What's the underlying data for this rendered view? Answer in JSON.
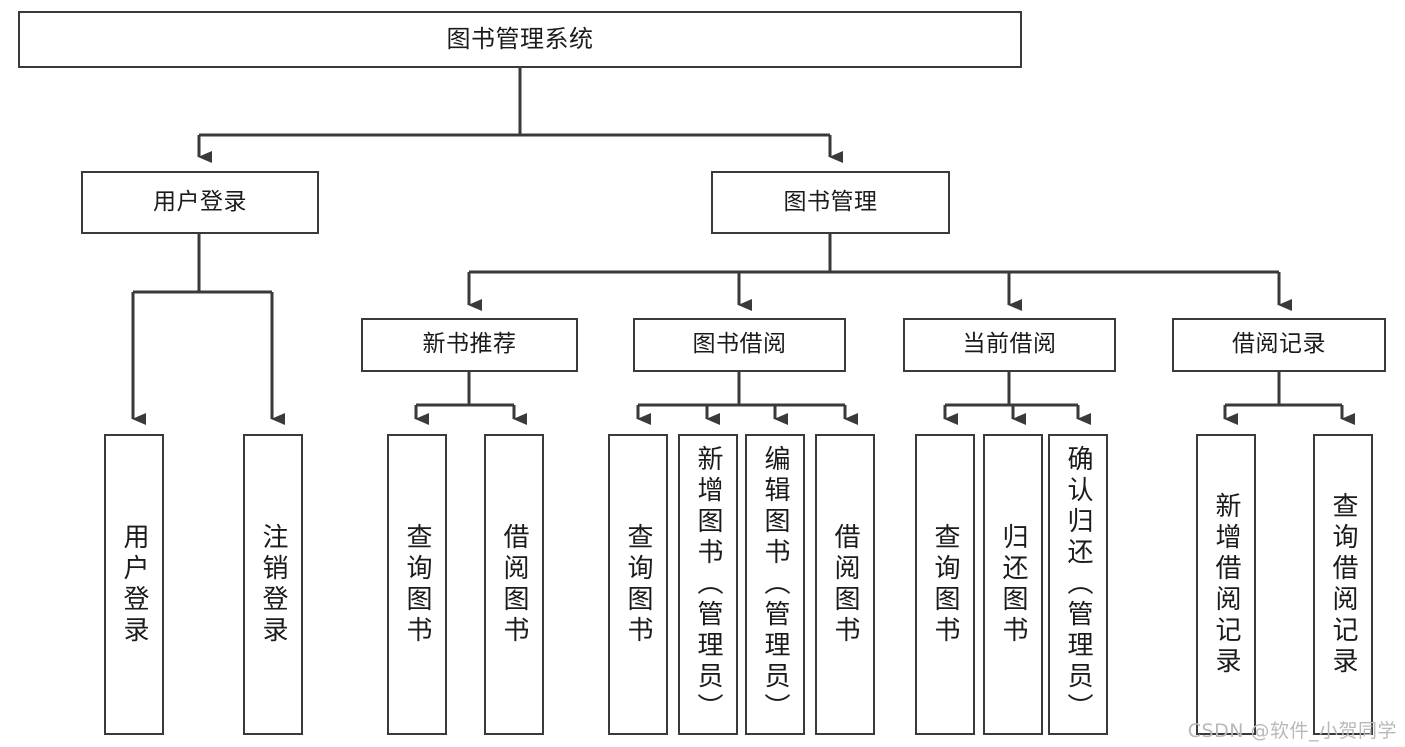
{
  "diagram": {
    "type": "tree-hierarchy",
    "title": "图书管理系统",
    "stroke_color": "#3a3a3a",
    "fill_color": "#ffffff",
    "text_color": "#1b1b1b",
    "root": {
      "label": "图书管理系统"
    },
    "level2": [
      {
        "label": "用户登录"
      },
      {
        "label": "图书管理"
      }
    ],
    "level3": [
      {
        "label": "新书推荐"
      },
      {
        "label": "图书借阅"
      },
      {
        "label": "当前借阅"
      },
      {
        "label": "借阅记录"
      }
    ],
    "leaves": {
      "user_login": [
        {
          "label": "用户登录"
        },
        {
          "label": "注销登录"
        }
      ],
      "new_book_recommend": [
        {
          "label": "查询图书"
        },
        {
          "label": "借阅图书"
        }
      ],
      "book_borrow": [
        {
          "label": "查询图书"
        },
        {
          "label": "新增图书（管理员）"
        },
        {
          "label": "编辑图书（管理员）"
        },
        {
          "label": "借阅图书"
        }
      ],
      "current_borrow": [
        {
          "label": "查询图书"
        },
        {
          "label": "归还图书"
        },
        {
          "label": "确认归还（管理员）"
        }
      ],
      "borrow_record": [
        {
          "label": "新增借阅记录"
        },
        {
          "label": "查询借阅记录"
        }
      ]
    }
  },
  "watermark": {
    "text": "CSDN @软件_小贺同学"
  }
}
